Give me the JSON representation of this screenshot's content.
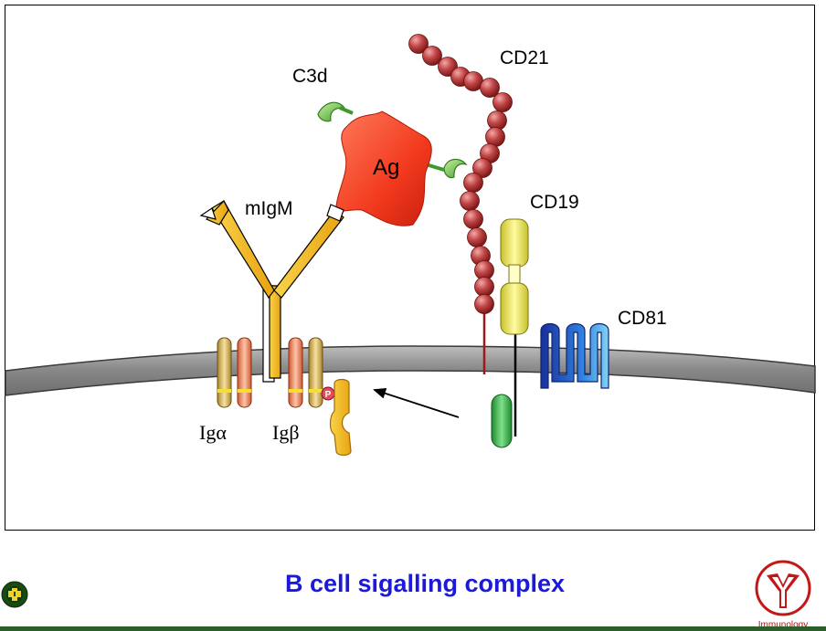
{
  "labels": {
    "c3d": "C3d",
    "cd21": "CD21",
    "ag": "Ag",
    "migm": "mIgM",
    "cd19": "CD19",
    "cd81": "CD81",
    "ig_alpha": "Igα",
    "ig_beta": "Igβ",
    "phospho": "P"
  },
  "title": "B cell sigalling complex",
  "logo_text": "Immunology",
  "colors": {
    "membrane": "#8c8c8c",
    "cd21_bead": "#b83a3a",
    "antigen": "#f23a1e",
    "c3d": "#6cc13a",
    "igm": "#f5bd1a",
    "cd19": "#f5f04a",
    "cd81": "#1e50c8",
    "title": "#1a1ad8",
    "footer": "#2c5e2a"
  }
}
